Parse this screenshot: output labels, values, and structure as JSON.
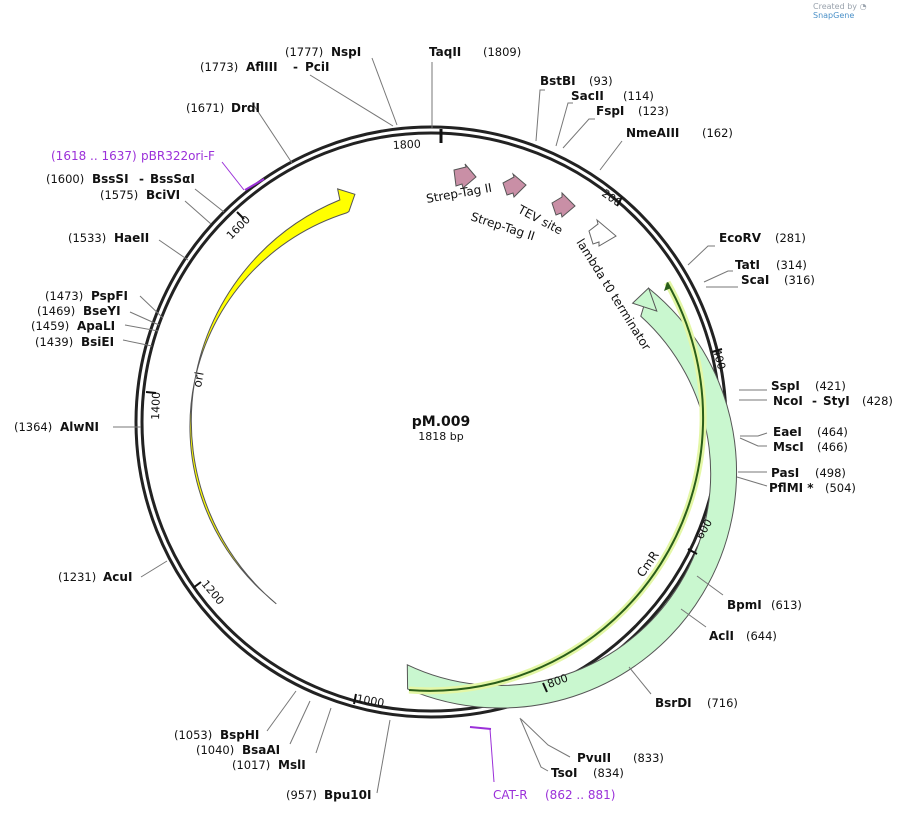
{
  "credit": {
    "prefix": "Created by",
    "brand": "SnapGene"
  },
  "plasmid": {
    "name": "pM.009",
    "size_label": "1818 bp",
    "length": 1818
  },
  "ticks": [
    "200",
    "400",
    "600",
    "800",
    "1000",
    "1200",
    "1400",
    "1600",
    "1800"
  ],
  "enzymes": [
    {
      "name": "TaqII",
      "pos": "(1809)"
    },
    {
      "name": "BstBI",
      "pos": "(93)"
    },
    {
      "name": "SacII",
      "pos": "(114)"
    },
    {
      "name": "FspI",
      "pos": "(123)"
    },
    {
      "name": "NmeAIII",
      "pos": "(162)"
    },
    {
      "name": "EcoRV",
      "pos": "(281)"
    },
    {
      "name": "TatI",
      "pos": "(314)"
    },
    {
      "name": "ScaI",
      "pos": "(316)"
    },
    {
      "name": "SspI",
      "pos": "(421)"
    },
    {
      "name": "NcoI",
      "name2": "StyI",
      "pos": "(428)"
    },
    {
      "name": "EaeI",
      "pos": "(464)"
    },
    {
      "name": "MscI",
      "pos": "(466)"
    },
    {
      "name": "PasI",
      "pos": "(498)"
    },
    {
      "name": "PflMI *",
      "pos": "(504)"
    },
    {
      "name": "BpmI",
      "pos": "(613)"
    },
    {
      "name": "AclI",
      "pos": "(644)"
    },
    {
      "name": "BsrDI",
      "pos": "(716)"
    },
    {
      "name": "PvuII",
      "pos": "(833)"
    },
    {
      "name": "TsoI",
      "pos": "(834)"
    },
    {
      "name": "Bpu10I",
      "pos": "(957)"
    },
    {
      "name": "MslI",
      "pos": "(1017)"
    },
    {
      "name": "BsaAI",
      "pos": "(1040)"
    },
    {
      "name": "BspHI",
      "pos": "(1053)"
    },
    {
      "name": "AcuI",
      "pos": "(1231)"
    },
    {
      "name": "AlwNI",
      "pos": "(1364)"
    },
    {
      "name": "BsiEI",
      "pos": "(1439)"
    },
    {
      "name": "ApaLI",
      "pos": "(1459)"
    },
    {
      "name": "BseYI",
      "pos": "(1469)"
    },
    {
      "name": "PspFI",
      "pos": "(1473)"
    },
    {
      "name": "HaeII",
      "pos": "(1533)"
    },
    {
      "name": "BciVI",
      "pos": "(1575)"
    },
    {
      "name": "BssSI",
      "name2": "BssSαI",
      "pos": "(1600)"
    },
    {
      "name": "DrdI",
      "pos": "(1671)"
    },
    {
      "name": "AflIII",
      "name2": "PciI",
      "pos": "(1773)"
    },
    {
      "name": "NspI",
      "pos": "(1777)"
    }
  ],
  "primers": [
    {
      "name": "pBR322ori-F",
      "range": "(1618 .. 1637)",
      "color": "#9b30d9"
    },
    {
      "name": "CAT-R",
      "range": "(862 .. 881)",
      "color": "#9b30d9"
    }
  ],
  "features": [
    {
      "name": "Strep-Tag II",
      "color": "#c98fa6"
    },
    {
      "name": "TEV site",
      "color": "#c98fa6"
    },
    {
      "name": "Strep-Tag II",
      "color": "#c98fa6"
    },
    {
      "name": "lambda t0 terminator",
      "color": "#ffffff"
    },
    {
      "name": "CmR",
      "color": "#c9f7cf"
    },
    {
      "name": "ori",
      "color": "#ffff00"
    }
  ]
}
